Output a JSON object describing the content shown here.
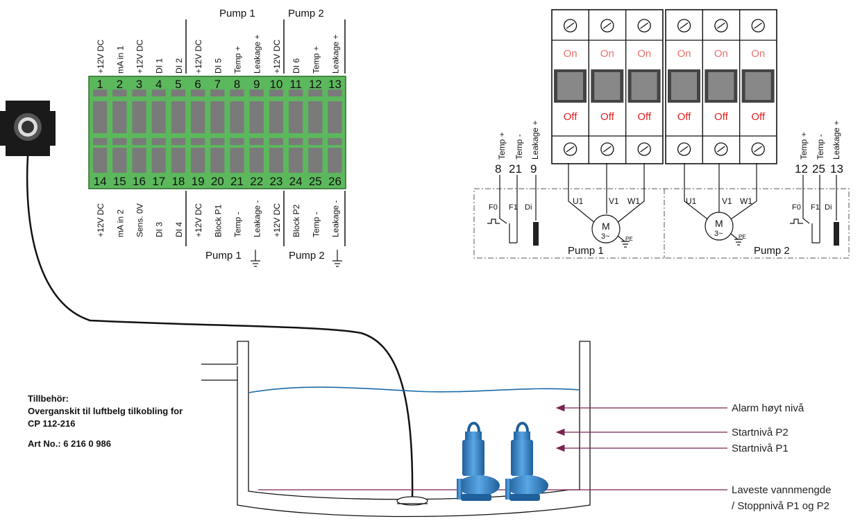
{
  "terminal": {
    "top_numbers": [
      "1",
      "2",
      "3",
      "4",
      "5",
      "6",
      "7",
      "8",
      "9",
      "10",
      "11",
      "12",
      "13"
    ],
    "bottom_numbers": [
      "14",
      "15",
      "16",
      "17",
      "18",
      "19",
      "20",
      "21",
      "22",
      "23",
      "24",
      "25",
      "26"
    ],
    "top_labels": [
      "+12V DC",
      "mA in 1",
      "+12V DC",
      "DI 1",
      "DI 2",
      "+12V DC",
      "DI 5",
      "Temp +",
      "Leakage +",
      "+12V DC",
      "DI 6",
      "Temp +",
      "Leakage +"
    ],
    "bottom_labels": [
      "+12V DC",
      "mA in 2",
      "Sens. 0V",
      "DI 3",
      "DI 4",
      "+12V DC",
      "Block P1",
      "Temp -",
      "Leakage -",
      "+12V DC",
      "Block P2",
      "Temp -",
      "Leakage -"
    ],
    "top_group_pump1": "Pump 1",
    "top_group_pump2": "Pump 2",
    "bottom_group_pump1": "Pump 1",
    "bottom_group_pump2": "Pump 2"
  },
  "breakers": {
    "on_label": "On",
    "off_label": "Off"
  },
  "pump1": {
    "pins": [
      "8",
      "21",
      "9"
    ],
    "pin_labels": [
      "Temp +",
      "Temp -",
      "Leakage +"
    ],
    "contacts": [
      "F0",
      "F1",
      "Di"
    ],
    "phases": [
      "U1",
      "V1",
      "W1"
    ],
    "motor_label": "M",
    "motor_sub": "3~",
    "pe_label": "PE",
    "name": "Pump 1"
  },
  "pump2": {
    "pins": [
      "12",
      "25",
      "13"
    ],
    "pin_labels": [
      "Temp +",
      "Temp -",
      "Leakage +"
    ],
    "contacts": [
      "F0",
      "F1",
      "Di"
    ],
    "phases": [
      "U1",
      "V1",
      "W1"
    ],
    "motor_label": "M",
    "motor_sub": "3~",
    "pe_label": "PE",
    "name": "Pump 2"
  },
  "levels": {
    "alarm": "Alarm høyt nivå",
    "start_p2": "Startnivå P2",
    "start_p1": "Startnivå P1",
    "lowest_line1": "Laveste vannmengde",
    "lowest_line2": "/ Stoppnivå P1 og P2"
  },
  "accessory": {
    "line1": "Tillbehör:",
    "line2": "Overganskit til luftbelg tilkobling for",
    "line3": "CP 112-216",
    "art_no": "Art No.: 6 216 0 986"
  },
  "colors": {
    "terminal_green": "#5cb85c",
    "terminal_block": "#7a7a7a",
    "water_line": "#1b6aa6",
    "level_arrow": "#7b2350",
    "pump_blue": "#3f8fd0"
  }
}
